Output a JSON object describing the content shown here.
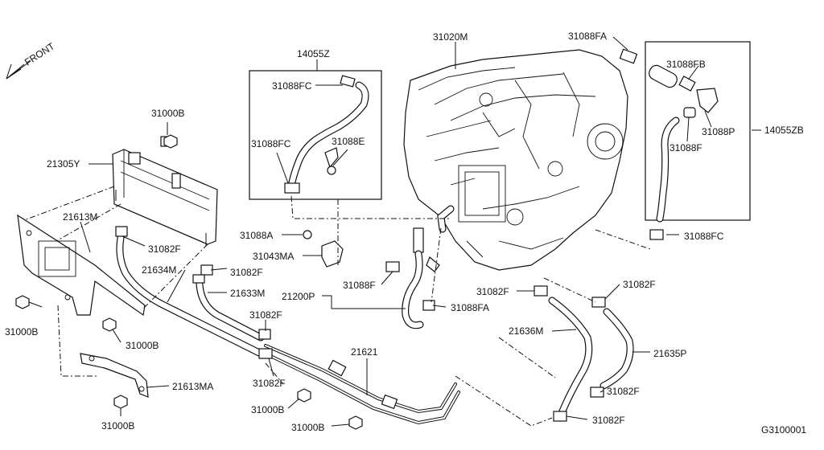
{
  "front_label": "FRONT",
  "diagram_code": "G3100001",
  "callouts": {
    "c31020M": "31020M",
    "c14055Z": "14055Z",
    "c31088FA_top": "31088FA",
    "c31088FB": "31088FB",
    "c31088FC_box": "31088FC",
    "c31088FC_box2": "31088FC",
    "c31088E": "31088E",
    "c31088P": "31088P",
    "c14055ZB": "14055ZB",
    "c31088F_box": "31088F",
    "c31000B_top": "31000B",
    "c21305Y": "21305Y",
    "c21613M": "21613M",
    "c31082F_a": "31082F",
    "c31088A": "31088A",
    "c31088FC_right": "31088FC",
    "c31043MA": "31043MA",
    "c21634M": "21634M",
    "c31082F_b": "31082F",
    "c21633M": "21633M",
    "c21200P": "21200P",
    "c31088F_mid": "31088F",
    "c31088FA_mid": "31088FA",
    "c31082F_c": "31082F",
    "c31082F_d": "31082F",
    "c31000B_left": "31000B",
    "c31082F_e": "31082F",
    "c31000B_mid": "31000B",
    "c21636M": "21636M",
    "c21621": "21621",
    "c21635P": "21635P",
    "c31082F_f": "31082F",
    "c31082F_g": "31082F",
    "c21613MA": "21613MA",
    "c31082F_h": "31082F",
    "c31000B_bot1": "31000B",
    "c31000B_bot2": "31000B",
    "c31000B_bot3": "31000B"
  }
}
